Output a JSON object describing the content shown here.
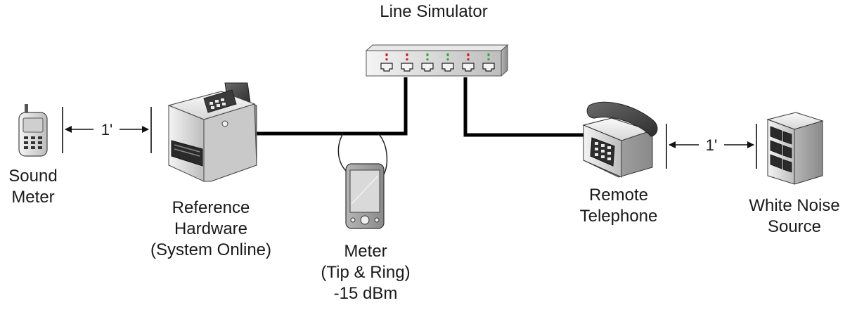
{
  "title": "Line Simulator",
  "devices": {
    "sound_meter": {
      "lines": [
        "Sound",
        "Meter"
      ]
    },
    "reference_hardware": {
      "lines": [
        "Reference",
        "Hardware",
        "(System Online)"
      ]
    },
    "meter": {
      "lines": [
        "Meter",
        "(Tip & Ring)",
        "-15 dBm"
      ]
    },
    "remote_telephone": {
      "lines": [
        "Remote",
        "Telephone"
      ]
    },
    "white_noise_source": {
      "lines": [
        "White Noise",
        "Source"
      ]
    }
  },
  "distances": {
    "left": "1'",
    "right": "1'"
  },
  "port_led_colors": [
    "#cc2222",
    "#cc2222",
    "#33aa33",
    "#33aa33",
    "#cc2222",
    "#33aa33"
  ]
}
